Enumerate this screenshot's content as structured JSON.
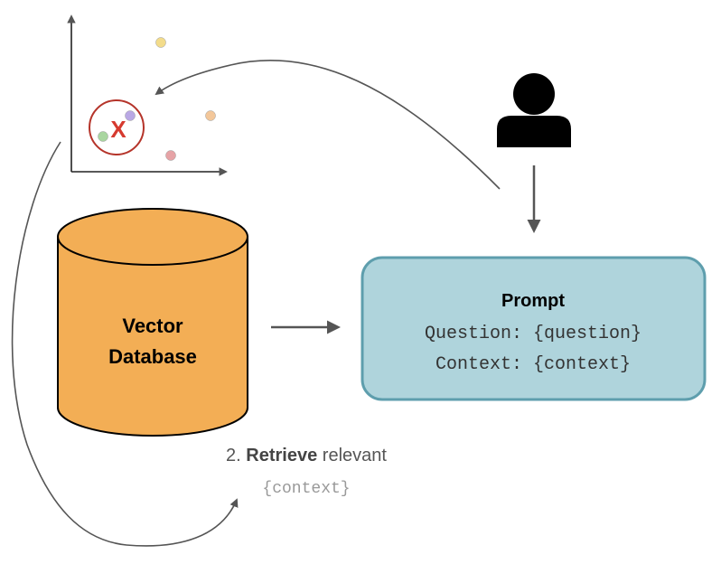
{
  "diagram": {
    "database": {
      "line1": "Vector",
      "line2": "Database",
      "fill": "#F3AE55"
    },
    "prompt": {
      "title": "Prompt",
      "line1": "Question: {question}",
      "line2": "Context: {context}",
      "fill": "#AFD4DC",
      "border": "#5E9EAD"
    },
    "step": {
      "number": "2.",
      "bold": "Retrieve",
      "rest": "relevant",
      "placeholder": "{context}"
    },
    "retrieved_marker": "X",
    "colors": {
      "highlight_circle": "#B5342A",
      "marker": "#D63A2F",
      "arrow": "#555555"
    },
    "points": [
      {
        "color": "#F3DC8B"
      },
      {
        "color": "#F3C79A"
      },
      {
        "color": "#B9A8E4"
      },
      {
        "color": "#A9D6A0"
      },
      {
        "color": "#E6A3A6"
      }
    ]
  }
}
